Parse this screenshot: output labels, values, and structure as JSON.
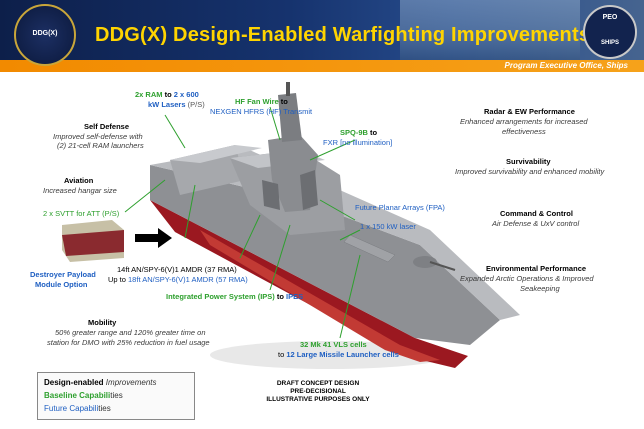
{
  "header": {
    "title": "DDG(X) Design-Enabled Warfighting Improvements",
    "subtitle": "Program Executive Office, Ships",
    "left_seal": "DDG(X)",
    "peo_seal_top": "PEO",
    "peo_seal_bottom": "SHIPS"
  },
  "callouts": {
    "self_defense": {
      "title": "Self Defense",
      "line1": "Improved self-defense with",
      "line2": "(2) 21-cell RAM launchers"
    },
    "aviation": {
      "title": "Aviation",
      "line1": "Increased hangar size"
    },
    "svtt": "2 x SVTT for ATT (P/S)",
    "payload_module": {
      "line1": "Destroyer Payload",
      "line2": "Module Option"
    },
    "ram_lasers": {
      "line1_green": "2x RAM",
      "line1_mid": " to ",
      "line1_blue": "2 x 600",
      "line2_blue": "kW Lasers",
      "line2_tail": " (P/S)"
    },
    "hf_fan": {
      "green": "HF Fan Wire",
      "mid": " to",
      "line2_blue": "NEXGEN HFRS (HF) Transmit"
    },
    "spq": {
      "green": "SPQ-9B",
      "mid": " to",
      "line2_blue": "FXR [no illumination]"
    },
    "fpa": "Future Planar Arrays (FPA)",
    "laser150": "1 x 150 kW laser",
    "amdr": {
      "line1": "14ft AN/SPY-6(V)1 AMDR (37 RMA)",
      "line2_pre": "Up to ",
      "line2_blue": "18ft AN/SPY-6(V)1 AMDR (57 RMA)"
    },
    "ips": {
      "green": "Integrated Power System (IPS)",
      "mid": " to ",
      "blue": "IPES"
    },
    "vls": {
      "line1": "32 Mk 41 VLS cells",
      "line2_pre": "to ",
      "line2_blue": "12 Large Missile Launcher cells"
    },
    "mobility": {
      "title": "Mobility",
      "line1": "50% greater range and 120% greater time on",
      "line2": "station for DMO with 25% reduction in fuel usage"
    },
    "radar_ew": {
      "title": "Radar & EW Performance",
      "line1": "Enhanced arrangements for increased",
      "line2": "effectiveness"
    },
    "survivability": {
      "title": "Survivability",
      "line1": "Improved survivability and enhanced mobility"
    },
    "command_control": {
      "title": "Command & Control",
      "line1": "Air Defense & UxV control"
    },
    "environmental": {
      "title": "Environmental Performance",
      "line1": "Expanded Arctic Operations & Improved",
      "line2": "Seakeeping"
    }
  },
  "legend": {
    "row1_bold": "Design-enabled",
    "row1_ital": " Improvements",
    "row2_green": "Baseline Capabili",
    "row2_tail": "ties",
    "row3_blue": "Future Capabili",
    "row3_tail": "ties"
  },
  "draft_notice": {
    "line1": "DRAFT CONCEPT DESIGN",
    "line2": "PRE-DECISIONAL",
    "line3": "ILLUSTRATIVE PURPOSES ONLY"
  },
  "colors": {
    "green": "#2ea02e",
    "blue": "#1f5fc2",
    "banner": "#16336e",
    "accent": "#f28a00",
    "title": "#ffd400"
  }
}
